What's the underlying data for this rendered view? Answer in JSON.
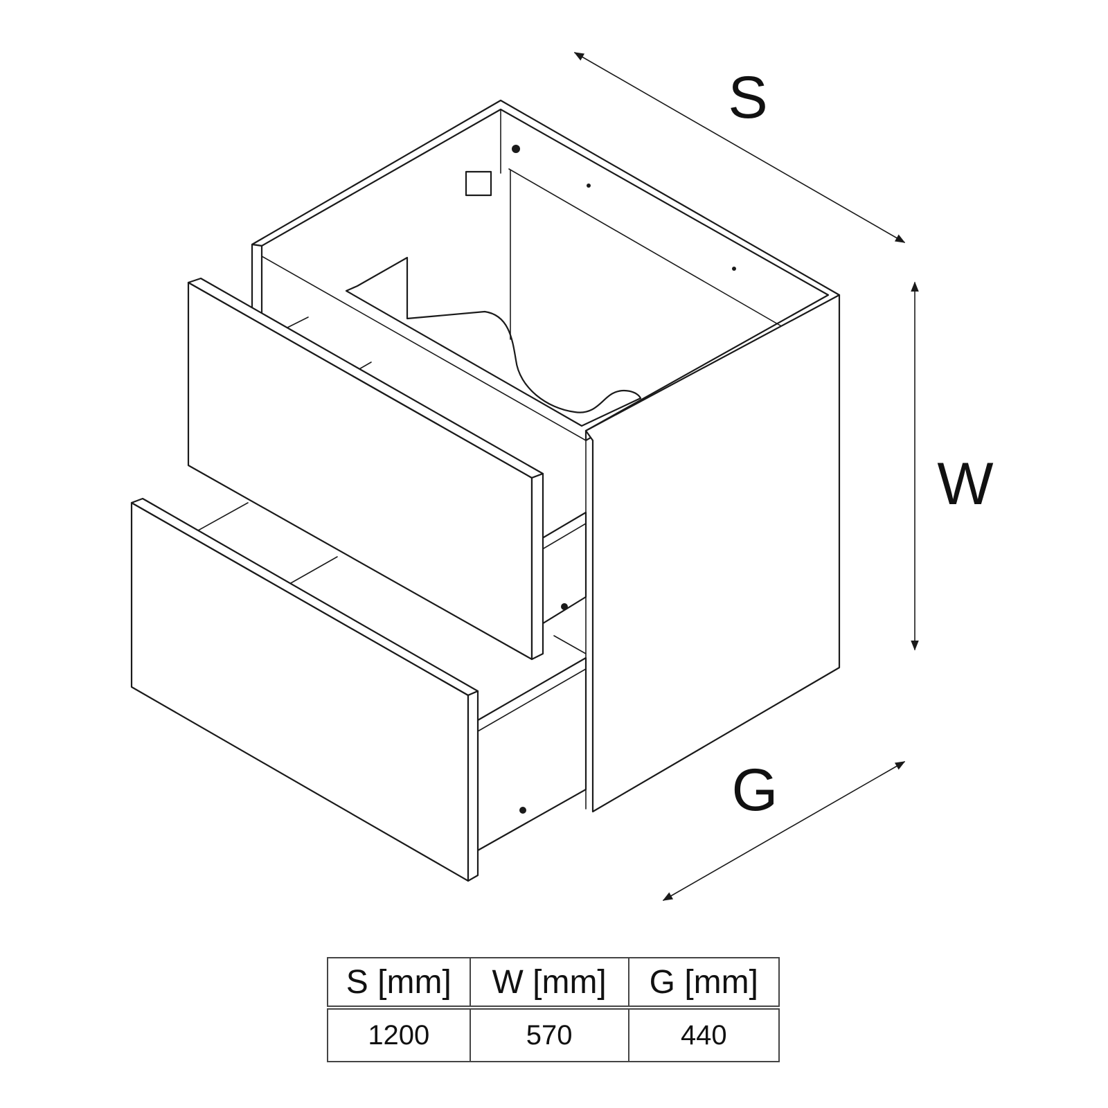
{
  "labels": {
    "width_symbol": "S",
    "height_symbol": "W",
    "depth_symbol": "G"
  },
  "table": {
    "headers": [
      "S [mm]",
      "W [mm]",
      "G [mm]"
    ],
    "values": [
      "1200",
      "570",
      "440"
    ]
  }
}
